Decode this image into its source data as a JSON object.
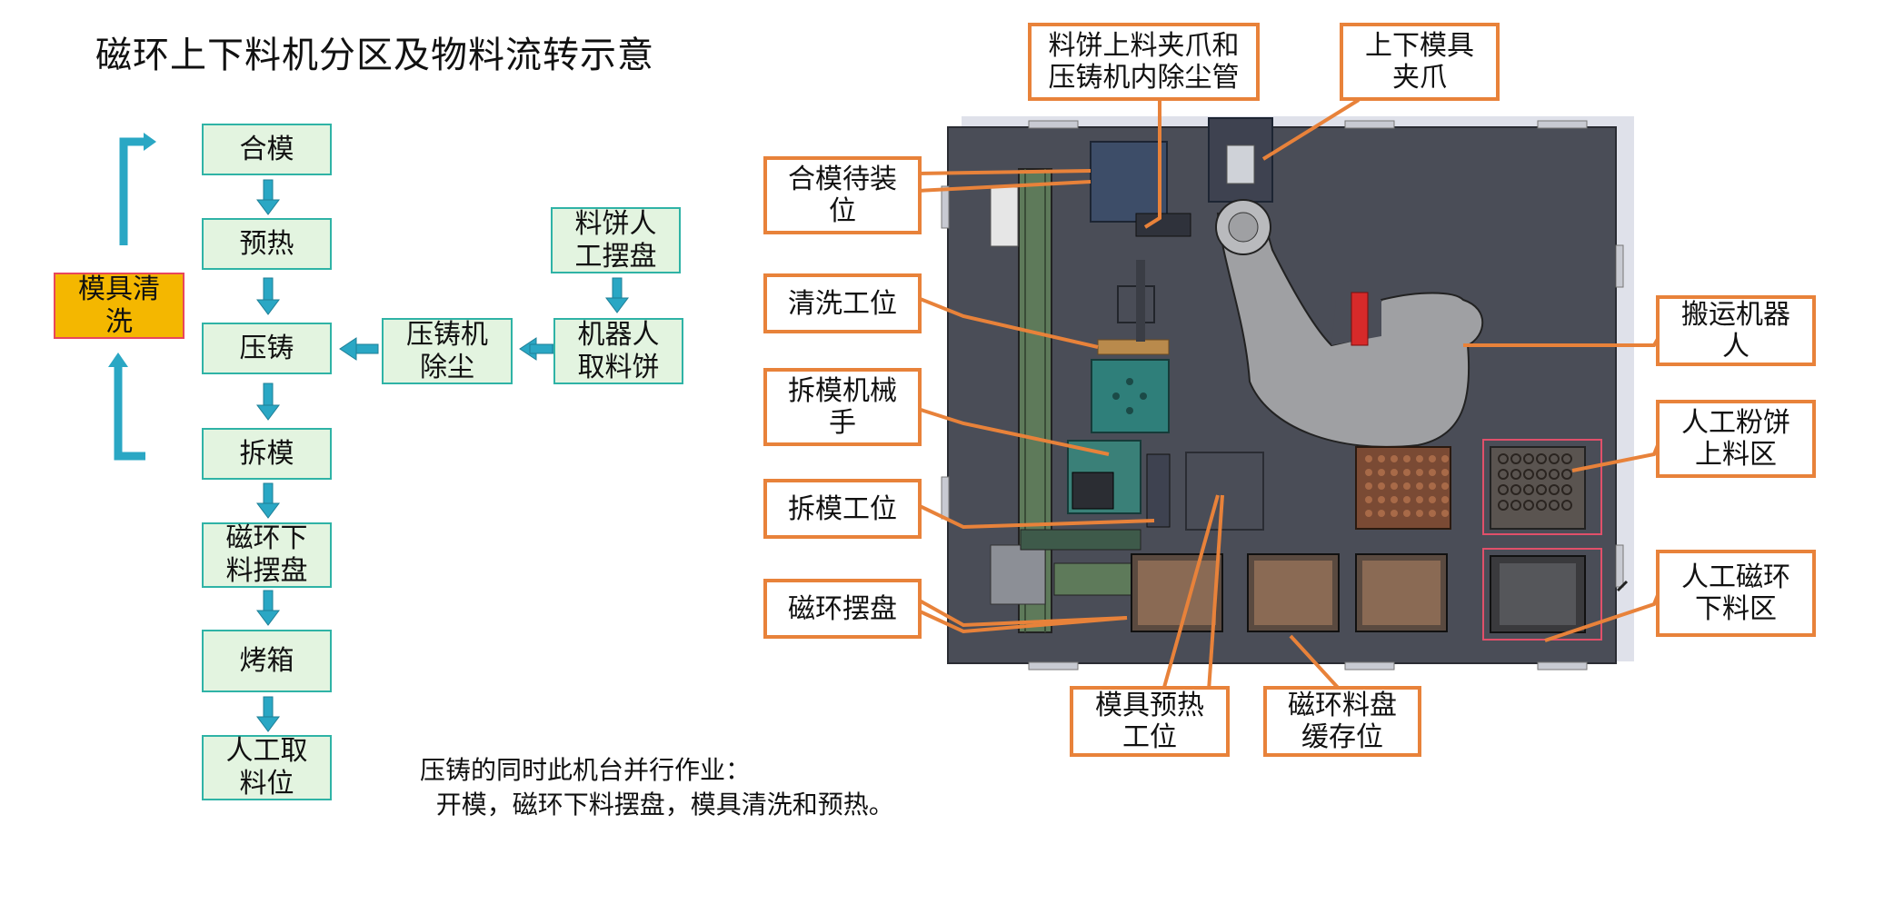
{
  "title": "磁环上下料机分区及物料流转示意",
  "flow": {
    "steps": [
      "合模",
      "预热",
      "压铸",
      "拆模",
      "磁环下\n料摆盘",
      "烤箱",
      "人工取\n料位"
    ],
    "clean": "模具清\n洗",
    "side": [
      "压铸机\n除尘",
      "机器人\n取料饼",
      "料饼人\n工摆盘"
    ]
  },
  "note": {
    "line1": "压铸的同时此机台并行作业：",
    "line2": "  开模，磁环下料摆盘，模具清洗和预热。"
  },
  "labels": {
    "cake_gripper": "料饼上料夹爪和\n压铸机内除尘管",
    "mold_gripper": "上下模具\n夹爪",
    "mold_wait": "合模待装\n位",
    "wash": "清洗工位",
    "demold_arm": "拆模机械\n手",
    "demold_station": "拆模工位",
    "ring_tray": "磁环摆盘",
    "robot": "搬运机器\n人",
    "powder_load": "人工粉饼\n上料区",
    "ring_unload": "人工磁环\n下料区",
    "preheat": "模具预热\n工位",
    "ring_buffer": "磁环料盘\n缓存位"
  },
  "colors": {
    "flow_fill": "#e3f4e0",
    "flow_border": "#2fb3a6",
    "arrow": "#2aa7c4",
    "clean_fill": "#f4b700",
    "clean_border": "#e8475c",
    "callout_border": "#e8823a",
    "machine_bg": "#4a4d57"
  }
}
